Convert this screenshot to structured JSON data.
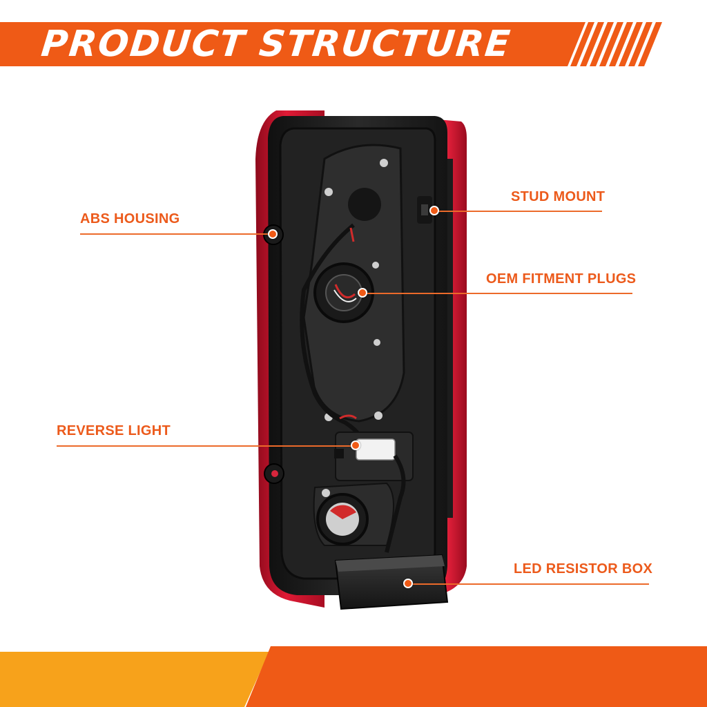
{
  "header": {
    "title": "PRODUCT STRUCTURE"
  },
  "callouts": {
    "abs_housing": "ABS HOUSING",
    "stud_mount": "STUD MOUNT",
    "oem_fitment_plugs": "OEM FITMENT PLUGS",
    "reverse_light": "REVERSE LIGHT",
    "led_resistor_box": "LED RESISTOR BOX"
  },
  "colors": {
    "accent_orange": "#ef5a16",
    "accent_yellow": "#f7a21b",
    "lens_red": "#c8102e",
    "housing_black": "#1a1a1a"
  }
}
